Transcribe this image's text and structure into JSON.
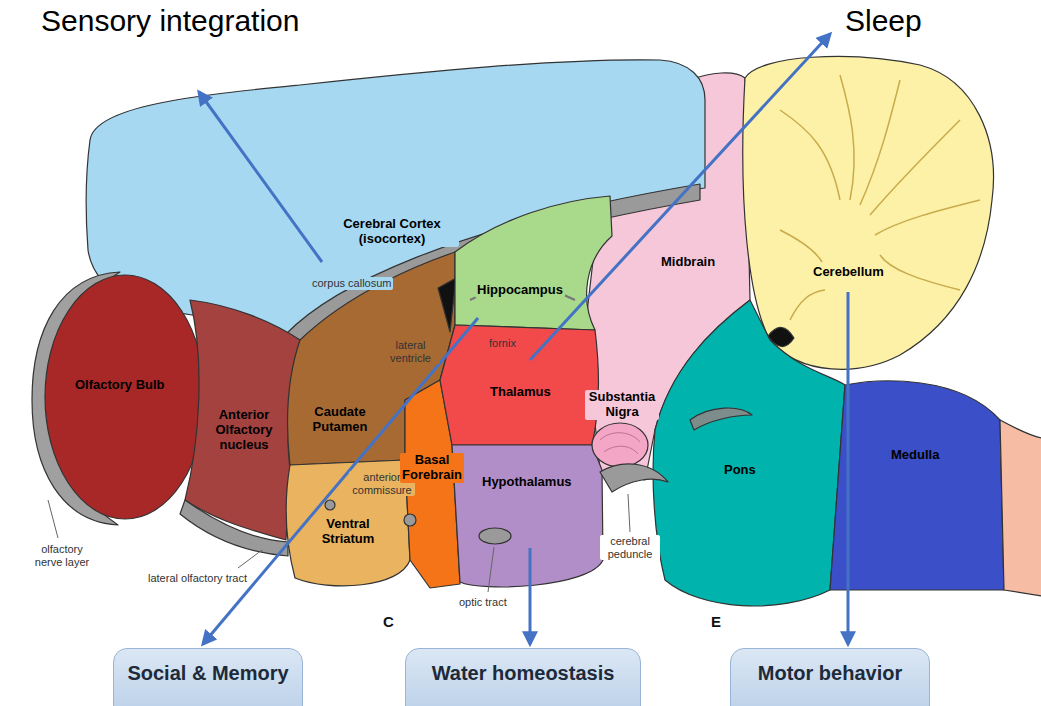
{
  "diagram": {
    "nodes": [
      {
        "text": [
          "Social & Memory"
        ]
      },
      {
        "text": [
          "Water homeostasis"
        ]
      },
      {
        "text": [
          "Motor behavior"
        ]
      }
    ],
    "labels": [
      "Sensory integration",
      "Sleep",
      "Cerebral Cortex (isocortex)",
      "corpus callosum",
      "Hippocampus",
      "lateral ventricle",
      "fornix",
      "Midbrain",
      "Cerebellum",
      "Olfactory Bulb",
      "Anterior Olfactory nucleus",
      "Caudate Putamen",
      "Thalamus",
      "Substantia Nigra",
      "Pons",
      "Medulla",
      "anterior commissure",
      "Basal Forebrain",
      "Hypothalamus",
      "Ventral Striatum",
      "olfactory nerve layer",
      "lateral olfactory tract",
      "cerebral peduncle",
      "optic tract",
      "C",
      "E"
    ]
  }
}
